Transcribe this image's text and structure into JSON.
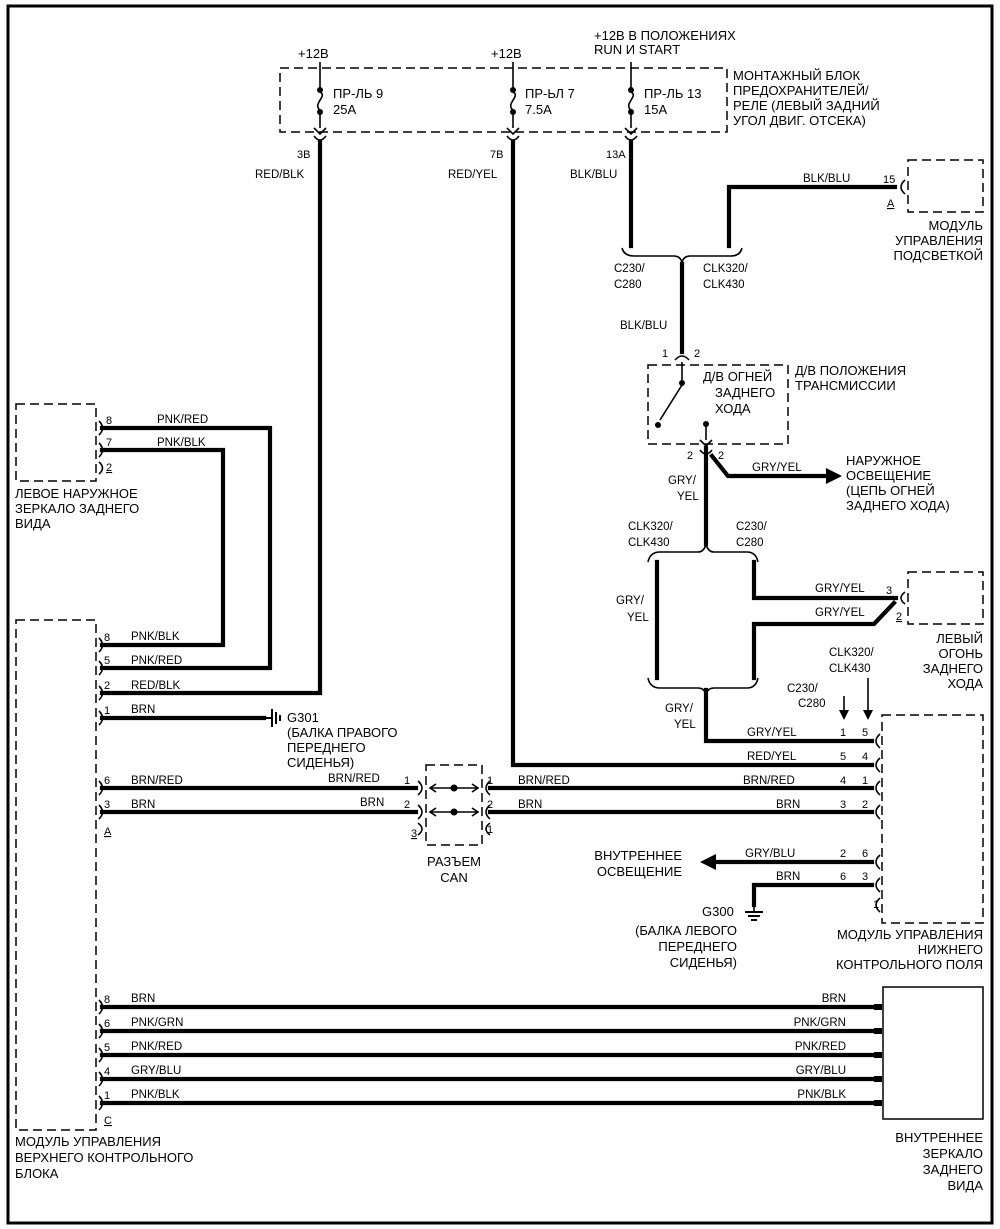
{
  "power": {
    "v12_a": "+12В",
    "v12_b": "+12В",
    "run_start_1": "+12В В ПОЛОЖЕНИЯХ",
    "run_start_2": "RUN И START"
  },
  "fuse_block": {
    "label": [
      "МОНТАЖНЫЙ БЛОК",
      "ПРЕДОХРАНИТЕЛЕЙ/",
      "РЕЛЕ (ЛЕВЫЙ ЗАДНИЙ",
      "УГОЛ ДВИГ. ОТСЕКА)"
    ],
    "fuse1_name": "ПР-ЛЬ 9",
    "fuse1_rating": "25А",
    "fuse1_pin": "3В",
    "fuse2_name": "ПР-ЬЛ 7",
    "fuse2_rating": "7.5А",
    "fuse2_pin": "7В",
    "fuse3_name": "ПР-ЛЬ 13",
    "fuse3_rating": "15А",
    "fuse3_pin": "13А"
  },
  "wires": {
    "red_blk": "RED/BLK",
    "red_yel": "RED/YEL",
    "blk_blu": "BLK/BLU",
    "pnk_red": "PNK/RED",
    "pnk_blk": "PNK/BLK",
    "gry_yel": "GRY/YEL",
    "gry": "GRY/",
    "yel": "YEL",
    "brn": "BRN",
    "brn_red": "BRN/RED",
    "gry_blu": "GRY/BLU",
    "pnk_grn": "PNK/GRN"
  },
  "connectors": {
    "c230": "C230/",
    "c280": "C280",
    "clk320": "CLK320/",
    "clk430": "CLK430"
  },
  "illum_module": {
    "label": [
      "МОДУЛЬ",
      "УПРАВЛЕНИЯ",
      "ПОДСВЕТКОЙ"
    ],
    "pin": "15",
    "conn": "A"
  },
  "trans_switch": {
    "inner": [
      "Д/В ОГНЕЙ",
      "ЗАДНЕГО",
      "ХОДА"
    ],
    "outer": [
      "Д/В ПОЛОЖЕНИЯ",
      "ТРАНСМИССИИ"
    ],
    "pin1": "1",
    "pin2": "2",
    "pin_b1": "2",
    "pin_b2": "2"
  },
  "ext_light": {
    "label": [
      "НАРУЖНОЕ",
      "ОСВЕЩЕНИЕ",
      "(ЦЕПЬ ОГНЕЙ",
      "ЗАДНЕГО ХОДА)"
    ]
  },
  "left_mirror": {
    "label": [
      "ЛЕВОЕ НАРУЖНОЕ",
      "ЗЕРКАЛО ЗАДНЕГО",
      "ВИДА"
    ],
    "pins": [
      "8",
      "7",
      "2"
    ]
  },
  "reverse_lamp": {
    "label": [
      "ЛЕВЫЙ",
      "ОГОНЬ",
      "ЗАДНЕГО",
      "ХОДА"
    ],
    "pins": [
      "3",
      "2"
    ]
  },
  "upper_module": {
    "label": [
      "МОДУЛЬ УПРАВЛЕНИЯ",
      "ВЕРХНЕГО КОНТРОЛЬНОГО",
      "БЛОКА"
    ],
    "pins_a": [
      "8",
      "5",
      "2",
      "1",
      "6",
      "3"
    ],
    "conn_a": "A",
    "pins_c": [
      "8",
      "6",
      "5",
      "4",
      "1"
    ],
    "conn_c": "C"
  },
  "ground_g301": {
    "name": "G301",
    "desc": [
      "(БАЛКА ПРАВОГО",
      "ПЕРЕДНЕГО",
      "СИДЕНЬЯ)"
    ]
  },
  "ground_g300": {
    "name": "G300",
    "desc": [
      "(БАЛКА ЛЕВОГО",
      "ПЕРЕДНЕГО",
      "СИДЕНЬЯ)"
    ]
  },
  "can_connector": {
    "label": [
      "РАЗЪЕМ",
      "CAN"
    ],
    "left_pins": [
      "1",
      "2",
      "3"
    ],
    "right_pins": [
      "1",
      "2",
      "1"
    ]
  },
  "lower_module": {
    "label": [
      "МОДУЛЬ УПРАВЛЕНИЯ",
      "НИЖНЕГО",
      "КОНТРОЛЬНОГО ПОЛЯ"
    ],
    "left_pins": [
      "1",
      "5",
      "4",
      "3",
      "2",
      "6"
    ],
    "right_pins": [
      "5",
      "4",
      "1",
      "2",
      "6",
      "3",
      "1"
    ]
  },
  "int_light": {
    "label": [
      "ВНУТРЕННЕЕ",
      "ОСВЕЩЕНИЕ"
    ]
  },
  "inner_mirror": {
    "label": [
      "ВНУТРЕННЕЕ",
      "ЗЕРКАЛО",
      "ЗАДНЕГО",
      "ВИДА"
    ]
  }
}
